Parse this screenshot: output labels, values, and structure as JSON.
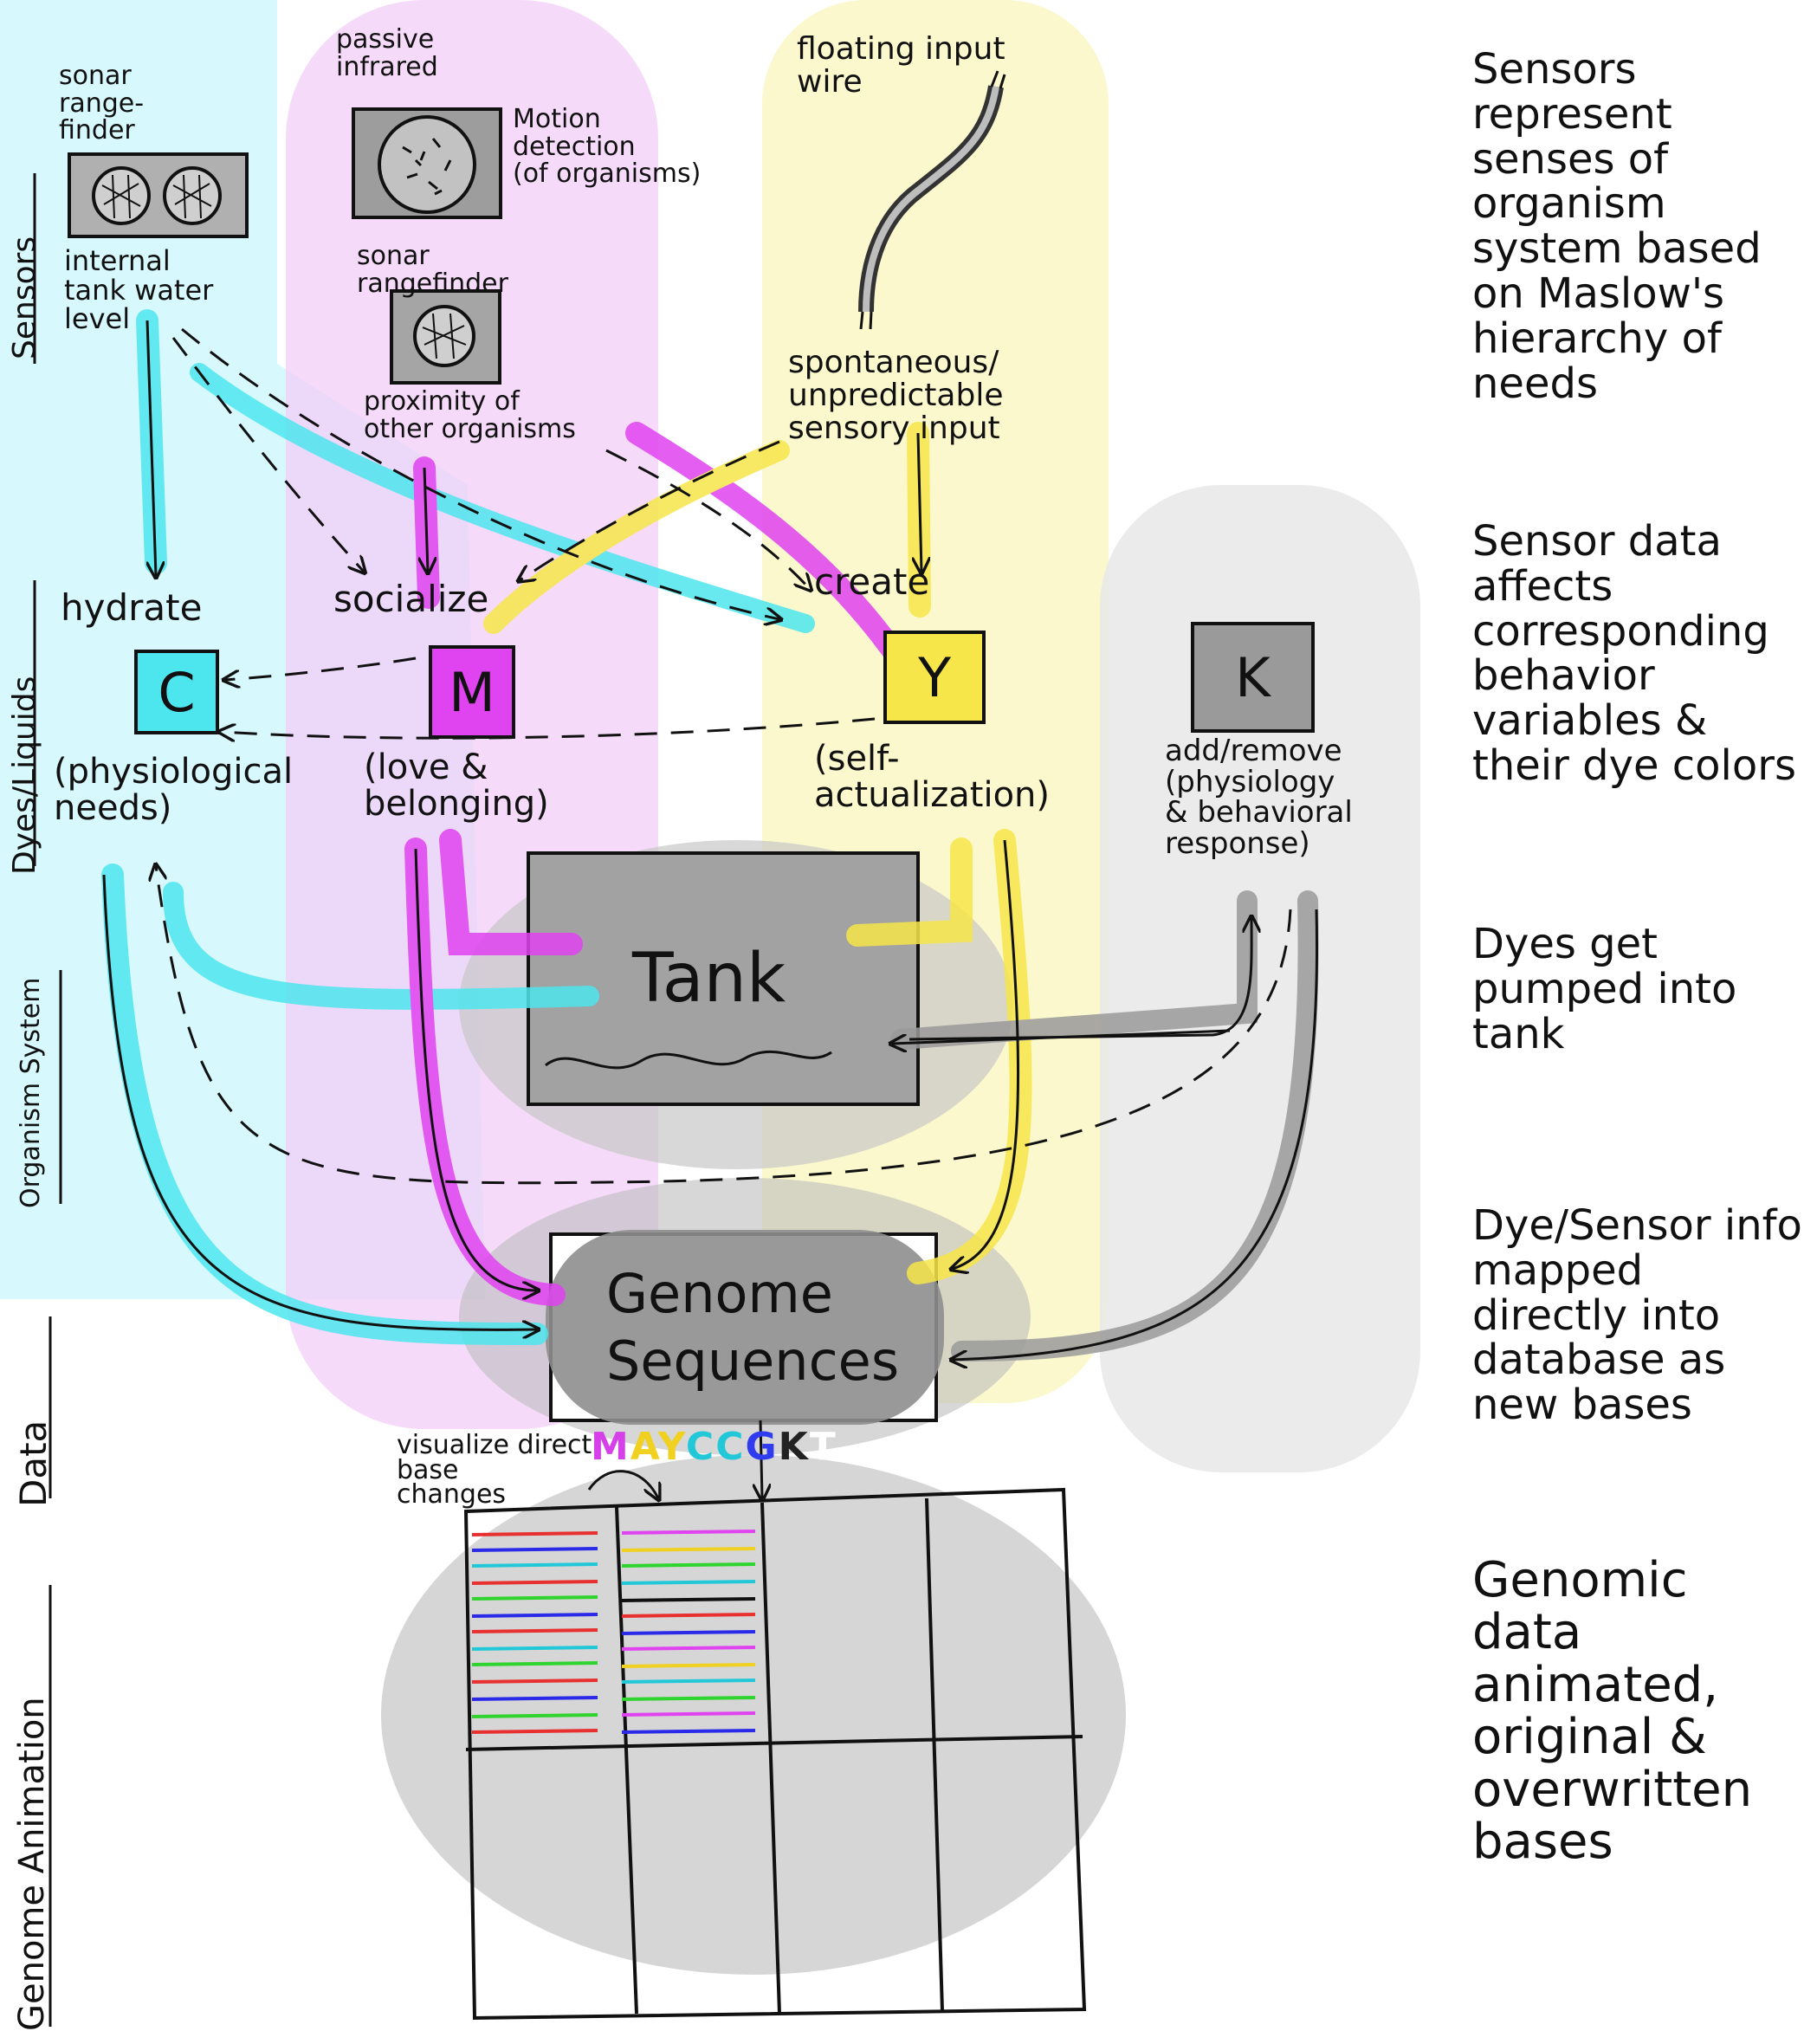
{
  "sections": {
    "sensors": "Sensors",
    "dyes": "Dyes/Liquids",
    "organism": "Organism System",
    "data": "Data",
    "animation": "Genome Animation"
  },
  "sensors": {
    "sonar_left": "sonar\nrange-\nfinder",
    "sonar_left_caption": "internal\ntank water\nlevel",
    "pir": "passive\ninfrared",
    "pir_caption": "Motion\ndetection\n(of organisms)",
    "sonar_mid": "sonar\nrangefinder",
    "sonar_mid_caption": "proximity of\nother organisms",
    "wire": "floating input\nwire",
    "wire_caption": "spontaneous/\nunpredictable\nsensory input"
  },
  "behaviors": {
    "hydrate": "hydrate",
    "socialize": "socialize",
    "create": "create"
  },
  "dyes": {
    "c": {
      "letter": "C",
      "caption": "(physiological\nneeds)",
      "color": "#4ee6ee"
    },
    "m": {
      "letter": "M",
      "caption": "(love &\nbelonging)",
      "color": "#e043f0"
    },
    "y": {
      "letter": "Y",
      "caption": "(self-\nactualization)",
      "color": "#f7e64a"
    },
    "k": {
      "letter": "K",
      "caption": "add/remove\n(physiology\n& behavioral\nresponse)",
      "color": "#9a9a9a"
    }
  },
  "tank": {
    "label": "Tank"
  },
  "genome": {
    "label": "Genome\nSequences",
    "letters": [
      {
        "ch": "M",
        "color": "#d640e8"
      },
      {
        "ch": "A",
        "color": "#f0d020"
      },
      {
        "ch": "Y",
        "color": "#f0d020"
      },
      {
        "ch": "C",
        "color": "#22c8d8"
      },
      {
        "ch": "C",
        "color": "#22c8d8"
      },
      {
        "ch": "G",
        "color": "#2f3cf0"
      },
      {
        "ch": "K",
        "color": "#222222"
      },
      {
        "ch": "T",
        "color": "#ffffff"
      }
    ]
  },
  "animation": {
    "caption": "visualize direct\nbase\nchanges"
  },
  "notes": [
    "Sensors represent senses of organism system based on Maslow's hierarchy of needs",
    "Sensor data affects corresponding behavior variables & their dye colors",
    "Dyes get pumped into tank",
    "Dye/Sensor info mapped directly into database as new bases",
    "Genomic data animated, original & overwritten bases"
  ],
  "colors": {
    "cyan": "#4ee6ee",
    "magenta": "#e043f0",
    "yellow": "#f7e64a",
    "gray": "#9a9a9a"
  }
}
